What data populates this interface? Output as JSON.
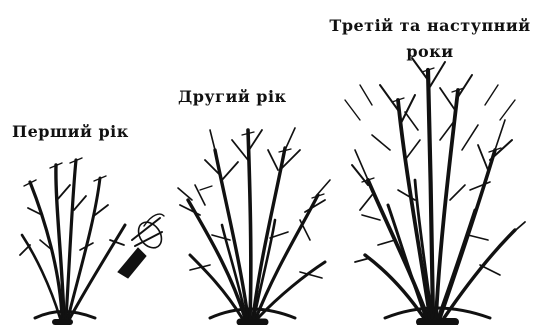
{
  "labels": {
    "first_year": "Перший рік",
    "second_year": "Другий рік",
    "third_year_line1": "Третій та наступний",
    "third_year_line2": "роки"
  },
  "colors": {
    "ink": "#111111",
    "background": "#ffffff"
  },
  "icons": {
    "pruning_tool": "pruning-shears-icon"
  }
}
